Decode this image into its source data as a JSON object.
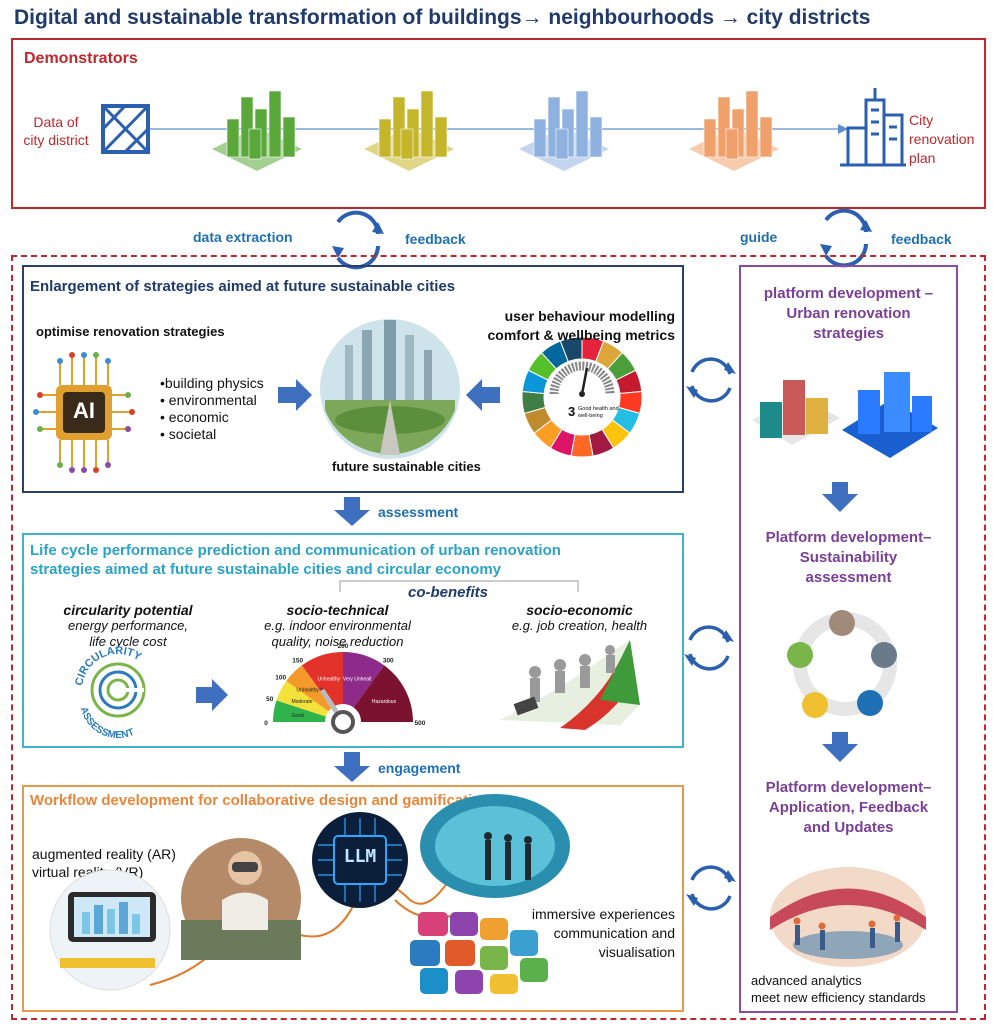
{
  "title": "Digital and sustainable transformation of buildings→ neighbourhoods → city districts",
  "demonstrators": {
    "heading": "Demonstrators",
    "data_label_line1": "Data of",
    "data_label_line2": "city district",
    "city_label_line1": "City",
    "city_label_line2": "renovation",
    "city_label_line3": "plan",
    "city_colors": [
      "#5aa83a",
      "#c4b52a",
      "#8fb1e0",
      "#f0a06a"
    ]
  },
  "flow_labels": {
    "data_extraction": "data extraction",
    "feedback_left": "feedback",
    "guide": "guide",
    "feedback_right": "feedback",
    "assessment": "assessment",
    "engagement": "engagement"
  },
  "strategies": {
    "heading": "Enlargement of strategies aimed at future sustainable cities",
    "optimise": "optimise renovation strategies",
    "ai_label": "AI",
    "bullets": [
      "building physics",
      "environmental",
      "economic",
      "societal"
    ],
    "future_cities": "future sustainable cities",
    "user_behaviour_line1": "user behaviour modelling",
    "user_behaviour_line2": "comfort & wellbeing metrics",
    "sdg_number": "3",
    "sdg_text_line1": "Good health and",
    "sdg_text_line2": "well-being"
  },
  "lifecycle": {
    "heading_line1": "Life cycle performance prediction and communication of urban renovation",
    "heading_line2": "strategies aimed at future sustainable cities and circular economy",
    "co_benefits": "co-benefits",
    "circularity_title": "circularity potential",
    "circularity_sub_line1": "energy performance,",
    "circularity_sub_line2": "life cycle cost",
    "circ_logo_top": "CIRCULARITY",
    "circ_logo_bottom": "ASSESSMENT",
    "socio_tech_title": "socio-technical",
    "socio_tech_sub_line1": "e.g. indoor environmental",
    "socio_tech_sub_line2": "quality, noise reduction",
    "socio_econ_title": "socio-economic",
    "socio_econ_sub": "e.g. job creation, health",
    "gauge_ticks": [
      "0",
      "50",
      "100",
      "150",
      "200",
      "300",
      "500"
    ],
    "gauge_bands": [
      "Good",
      "Moderate",
      "Unhealthy for Sensitive Groups",
      "Unhealthy",
      "Very Unhealthy",
      "Hazardous"
    ]
  },
  "workflow": {
    "heading": "Workflow development for collaborative design and gamification",
    "ar": "augmented reality (AR)",
    "vr": "virtual reality (VR)",
    "llm": "LLM",
    "immersive": "immersive experiences",
    "communication": "communication and",
    "visualisation": "visualisation"
  },
  "platform": {
    "urban_line1": "platform development –",
    "urban_line2": "Urban renovation",
    "urban_line3": "strategies",
    "sust_line1": "Platform development–",
    "sust_line2": "Sustainability",
    "sust_line3": "assessment",
    "app_line1": "Platform development–",
    "app_line2": "Application, Feedback",
    "app_line3": "and Updates",
    "analytics_line1": "advanced analytics",
    "analytics_line2": "meet new efficiency standards"
  },
  "colors": {
    "red": "#c0282d",
    "navy": "#1f3a6b",
    "cyan": "#3fb3d6",
    "orange": "#e89a4b",
    "purple": "#8a4da3",
    "arrow_blue": "#3f6fbf",
    "label_blue": "#1f6fb5"
  }
}
